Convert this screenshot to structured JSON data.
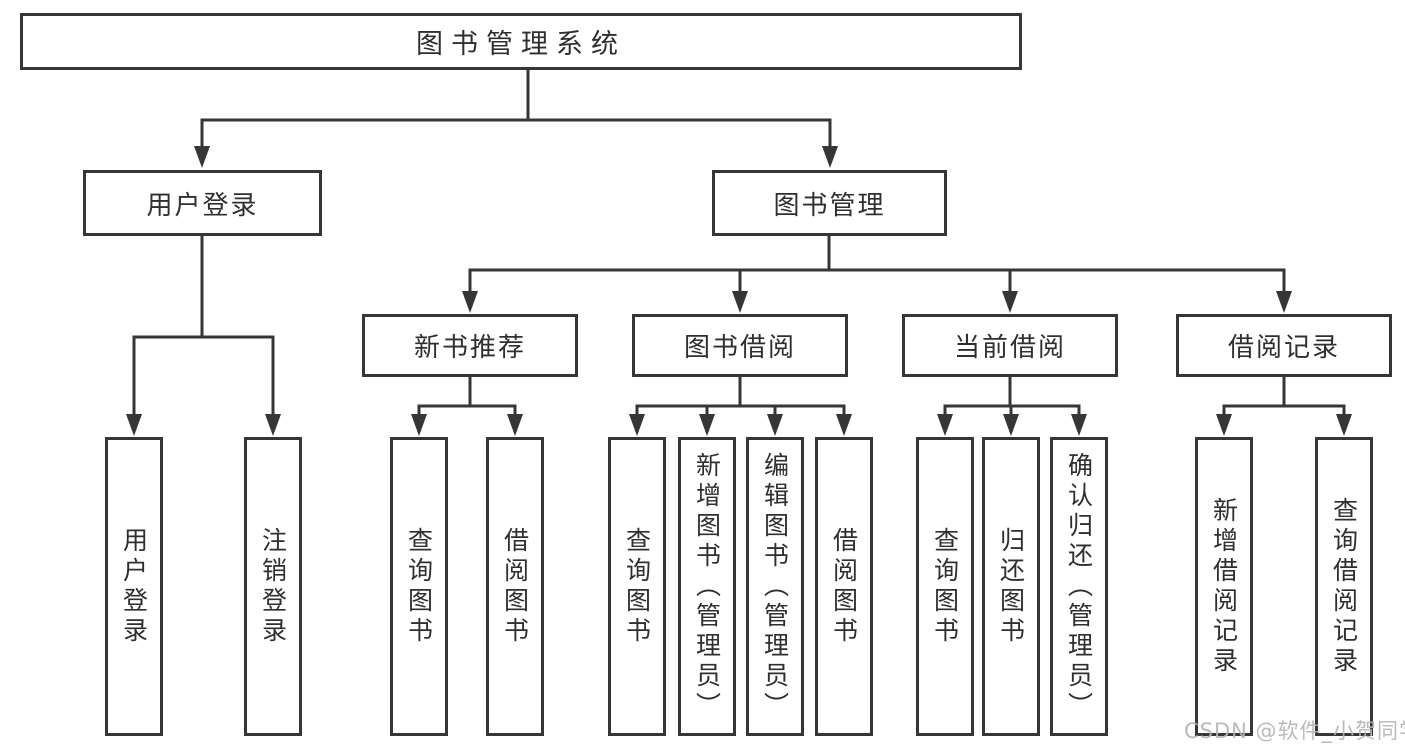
{
  "diagram": {
    "title": "图书管理系统",
    "watermark": "CSDN @软件_小贺同学",
    "colors": {
      "line": "#363636",
      "box_border": "#363636",
      "box_fill": "#ffffff",
      "text": "#2f2f2f",
      "watermark": "#b5b5b5"
    },
    "nodes": {
      "root": {
        "label": "图书管理系统"
      },
      "userLogin": {
        "label": "用户登录",
        "children": [
          {
            "label": "用户登录"
          },
          {
            "label": "注销登录"
          }
        ]
      },
      "bookManagement": {
        "label": "图书管理"
      },
      "newBookRecommend": {
        "label": "新书推荐",
        "children": [
          {
            "label": "查询图书"
          },
          {
            "label": "借阅图书"
          }
        ]
      },
      "bookBorrow": {
        "label": "图书借阅",
        "children": [
          {
            "label": "查询图书"
          },
          {
            "label": "新增图书（管理员）"
          },
          {
            "label": "编辑图书（管理员）"
          },
          {
            "label": "借阅图书"
          }
        ]
      },
      "currentBorrow": {
        "label": "当前借阅",
        "children": [
          {
            "label": "查询图书"
          },
          {
            "label": "归还图书"
          },
          {
            "label": "确认归还（管理员）"
          }
        ]
      },
      "borrowRecord": {
        "label": "借阅记录",
        "children": [
          {
            "label": "新增借阅记录"
          },
          {
            "label": "查询借阅记录"
          }
        ]
      }
    }
  }
}
